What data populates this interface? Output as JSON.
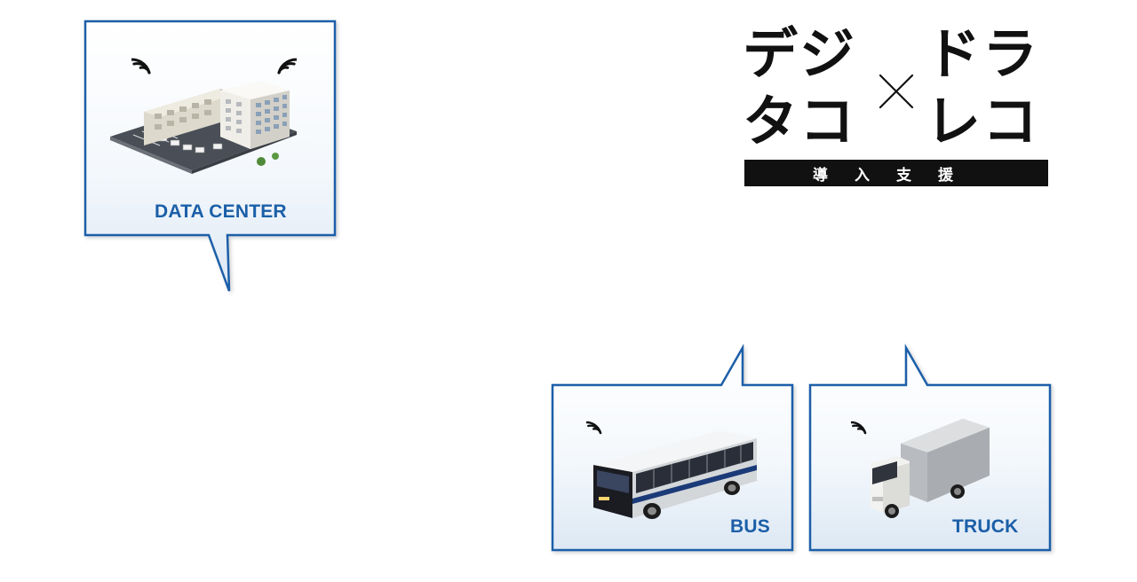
{
  "callouts": {
    "data_center": {
      "label": "DATA CENTER"
    },
    "bus": {
      "label": "BUS"
    },
    "truck": {
      "label": "TRUCK"
    }
  },
  "logo": {
    "left_top": "デジ",
    "left_bottom": "タコ",
    "right_top": "ドラ",
    "right_bottom": "レコ",
    "bar_text": "導入支援"
  },
  "icons": [
    "wifi-signal-icon",
    "building-icon",
    "bus-icon",
    "truck-icon",
    "times-icon"
  ],
  "colors": {
    "frame_blue": "#1b5fa8",
    "label_blue": "#1b5fa8",
    "panel_gradient_top": "#ffffff",
    "panel_gradient_bottom": "#dfe9f5",
    "logo_black": "#111111"
  }
}
